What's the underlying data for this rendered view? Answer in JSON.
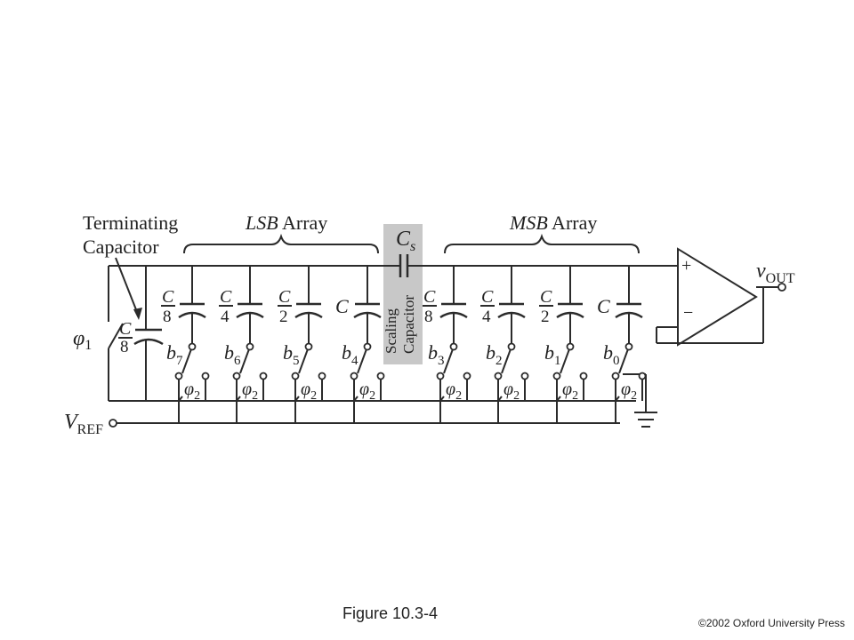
{
  "labels": {
    "terminating_1": "Terminating",
    "terminating_2": "Capacitor",
    "lsb_array_em": "LSB",
    "lsb_array_rest": " Array",
    "msb_array_em": "MSB",
    "msb_array_rest": " Array",
    "cs_main": "C",
    "cs_sub": "s",
    "scaling_1": "Scaling",
    "scaling_2": "Capacitor",
    "phi1_main": "φ",
    "phi1_sub": "1",
    "phi2_main": "φ",
    "phi2_sub": "2",
    "vref_main": "V",
    "vref_sub": "REF",
    "vout_main": "v",
    "vout_sub": "OUT",
    "opamp_plus": "+",
    "opamp_minus": "−",
    "c_letter": "C"
  },
  "terminating_cap": {
    "num": "C",
    "den": "8"
  },
  "lsb_caps": [
    {
      "type": "frac",
      "num": "C",
      "den": "8",
      "bit": "b",
      "bit_sub": "7"
    },
    {
      "type": "frac",
      "num": "C",
      "den": "4",
      "bit": "b",
      "bit_sub": "6"
    },
    {
      "type": "frac",
      "num": "C",
      "den": "2",
      "bit": "b",
      "bit_sub": "5"
    },
    {
      "type": "whole",
      "text": "C",
      "bit": "b",
      "bit_sub": "4"
    }
  ],
  "msb_caps": [
    {
      "type": "frac",
      "num": "C",
      "den": "8",
      "bit": "b",
      "bit_sub": "3"
    },
    {
      "type": "frac",
      "num": "C",
      "den": "4",
      "bit": "b",
      "bit_sub": "2"
    },
    {
      "type": "frac",
      "num": "C",
      "den": "2",
      "bit": "b",
      "bit_sub": "1"
    },
    {
      "type": "whole",
      "text": "C",
      "bit": "b",
      "bit_sub": "0"
    }
  ],
  "caption": "Figure 10.3-4",
  "copyright": "©2002  Oxford University Press",
  "colors": {
    "scaling_box": "#c8c8c8",
    "ink": "#2b2b2b"
  }
}
